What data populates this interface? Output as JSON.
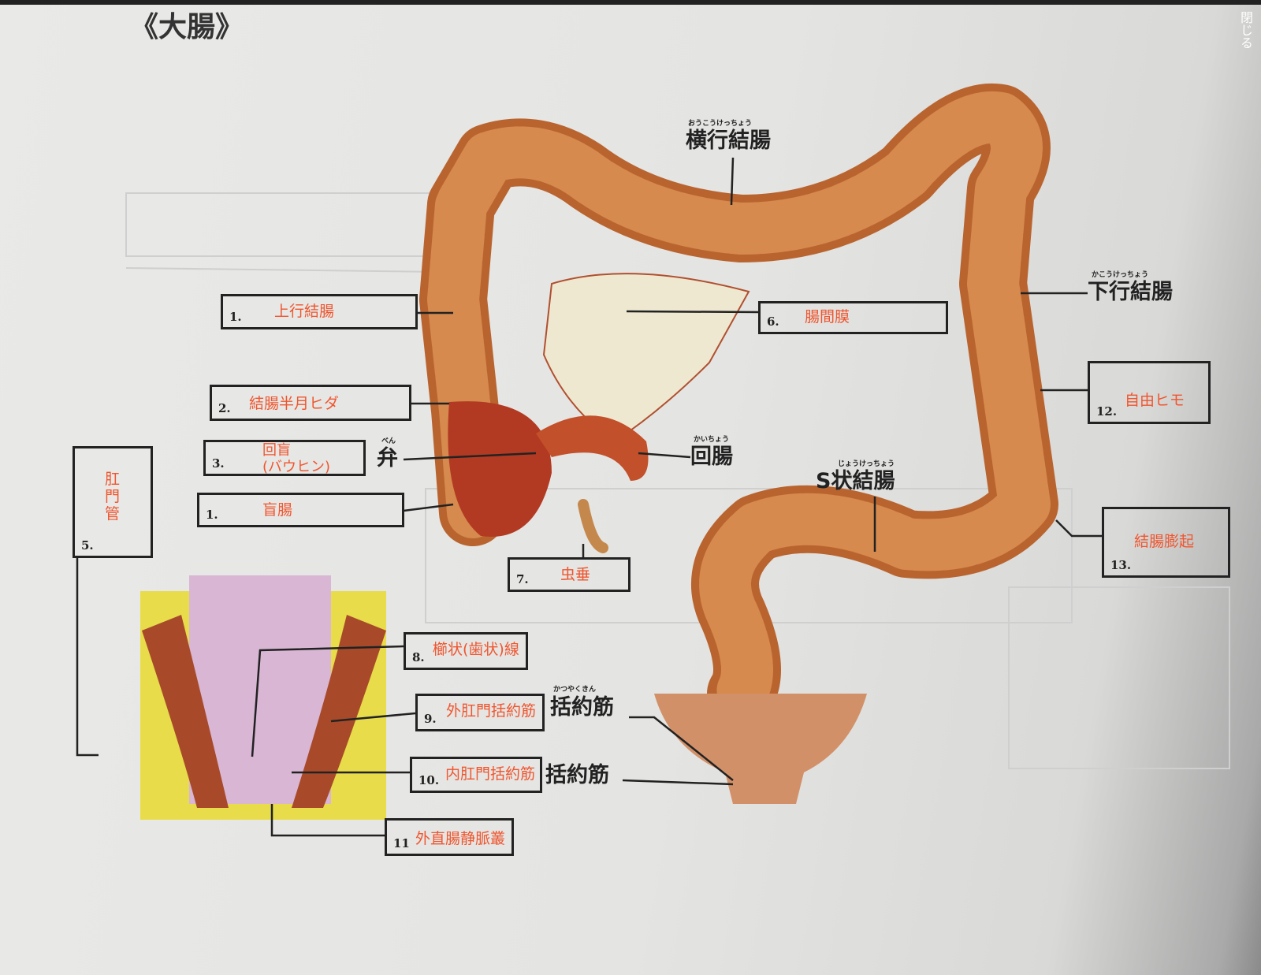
{
  "title": "《大腸》",
  "close_label": "閉じる",
  "printed_labels": {
    "transverse": "横行結腸",
    "transverse_ruby": "おうこうけっちょう",
    "descending": "下行結腸",
    "descending_ruby": "かこうけっちょう",
    "sigmoid": "S状結腸",
    "sigmoid_ruby": "じょうけっちょう",
    "ileum": "回腸",
    "ileum_ruby": "かいちょう",
    "valve": "弁",
    "valve_ruby": "べん",
    "sphincter1": "括約筋",
    "sphincter1_ruby": "かつやくきん",
    "sphincter2": "括約筋"
  },
  "boxes": [
    {
      "num": "1.",
      "answer": "上行結腸"
    },
    {
      "num": "2.",
      "answer": "結腸半月ヒダ"
    },
    {
      "num": "3.",
      "answer": "回盲\n(バウヒン)"
    },
    {
      "num": "1.",
      "answer": "盲腸"
    },
    {
      "num": "5.",
      "answer": "肛\n門\n管"
    },
    {
      "num": "6.",
      "answer": "腸間膜"
    },
    {
      "num": "7.",
      "answer": "虫垂"
    },
    {
      "num": "8.",
      "answer": "櫛状(歯状)線"
    },
    {
      "num": "9.",
      "answer": "外肛門括約筋"
    },
    {
      "num": "10.",
      "answer": "内肛門括約筋"
    },
    {
      "num": "11",
      "answer": "外直腸静脈叢"
    },
    {
      "num": "12.",
      "answer": "自由ヒモ"
    },
    {
      "num": "13.",
      "answer": "結腸膨起"
    }
  ],
  "colors": {
    "answer": "#f0552e",
    "colon": "#c9773f",
    "colon_dark": "#8a3c1c",
    "anal_bg": "#e8dc4a"
  }
}
